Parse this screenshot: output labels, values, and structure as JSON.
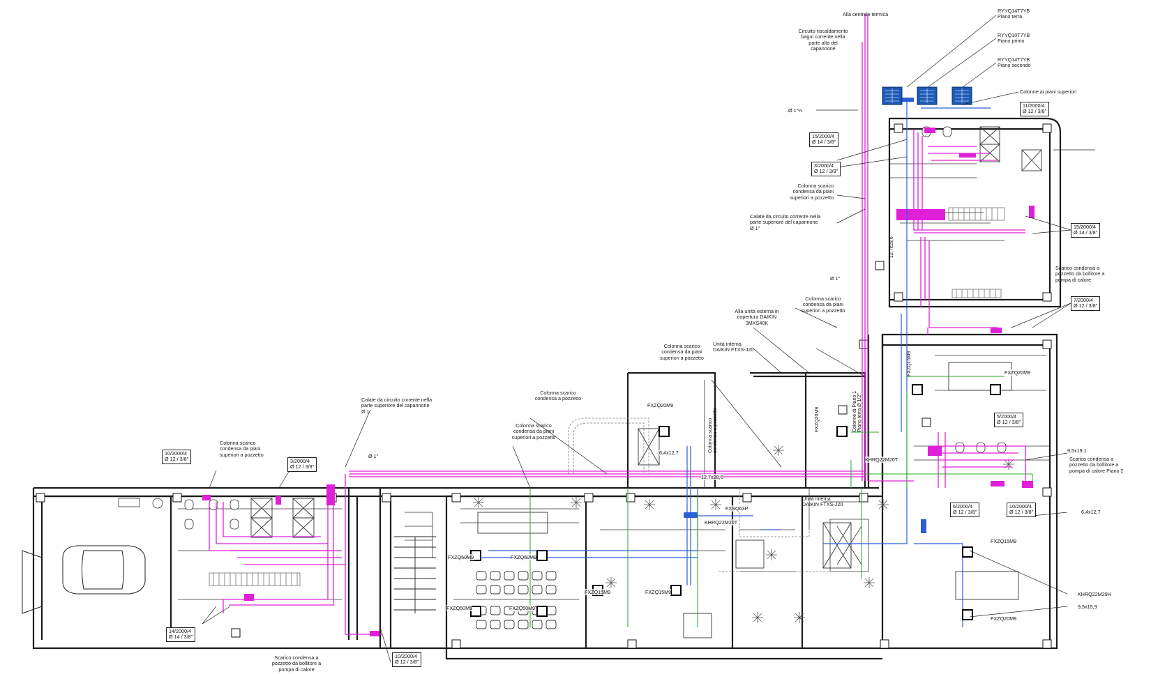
{
  "colors": {
    "refrigerant": "#e020d8",
    "drain": "#2a5fd6",
    "wiring": "#22aa22",
    "wall": "#1a1a1a",
    "outdoor_unit": "#1c5ab8"
  },
  "labels": {
    "alla_centrale": "Alla centrale termica",
    "circuito_bagni": "Circuito riscaldamento\nbagni corrente nella\nparte alta del\ncapannone",
    "ryyq14_terra": "RYYQ14T7YB\nPiano terra",
    "ryyq10_primo": "RYYQ10T7YB\nPiano primo",
    "ryyq14_secondo": "RYYQ14T7YB\nPiano secondo",
    "colonne_superiori": "Colonne ai piani superiori",
    "diam_1_14": "Ø 1\"¼",
    "colonna_scarico_a": "Colonna scarico\ncondensa da piani\nsuperiori a pozzetto",
    "calate_a": "Calate da circuito corrente nella\nparte superiore del capannone\nØ 1\"",
    "diam_1_a": "Ø 1\"",
    "colonna_scarico_b": "Colonna scarico\ncondensa da piani\nsuperiori a pozzetto",
    "alla_unita_esterna": "Alla unità esterna in\ncopertura DAIKIN\n3MXS40K",
    "unita_interna_top": "Unità interna\nDAIKIN FTXS-J20",
    "colonna_scarico_c": "Colonna scarico\ncondensa da piani\nsuperiori a pozzetto",
    "scarico_bollitore_right": "Scarico condensa a\npozzetto da bollitore a\npompa di calore",
    "fxzq20m9_right": "FXZQ20M9",
    "fxzq15m9_vert": "FXZQ15M9",
    "calate_b": "Calate da circuito corrente nella\nparte superiore del capannone\nØ 1\"",
    "colonna_pozzetto": "Colonna scarico\ncondensa a pozzetto",
    "fxzq20m9_center": "FXZQ20M9",
    "colonna_scarico_d": "Colonna scarico\ncondensa da piani\nsuperiori a pozzetto",
    "colonna_scarico_e": "Colonna scarico\ncondensa da piani\nsuperiori a pozzetto",
    "colonna_vertical": "Colonna scarico\ncondensa a pozzetto",
    "fxzq20m9_vert": "FXZQ20M9",
    "colonna_piano": "Colonne di Piano 1\nPiano terra Ø 1/2\"",
    "diam_1_b": "Ø 1\"",
    "dim_64_127": "6,4x12,7",
    "dim_127_286": "12,7x28,6",
    "dim_127_286_vert": "12,7x28,6",
    "khrq22": "KHRQ22M20T",
    "fxsq63p": "FXSQ63P",
    "khrq22_b": "KHRQ22M20T",
    "unita_interna_bottom": "Unità interna\nDAIKIN FTXS-J20",
    "dim_95_191": "9,5x19,1",
    "scarico_piano2": "Scarico condensa a\npozzetto da bollitore a\npompa di calore Piano 2",
    "dim_64_127_right": "6,4x12,7",
    "fxzq15m9_a": "FXZQ15M9",
    "khrq22m29h": "KHRQ22M29H",
    "dim_95_159": "9,5x15,9",
    "fxzq20m9_bottom": "FXZQ20M9",
    "fxzq50_a": "FXZQ50M9",
    "fxzq50_b": "FXZQ50M9",
    "fxzq50_c": "FXZQ50M9",
    "fxzq50_d": "FXZQ50M9",
    "fxzq15_b": "FXZQ15M9",
    "fxzq15_c": "FXZQ15M9",
    "scarico_bottom": "Scarico condensa a\npozzetto da bollitore a\npompa di calore"
  },
  "boxes": {
    "b_11_2000": "11/2000/4\nØ 12 / 3/8\"",
    "b_15_2000_top": "15/2000/4\nØ 14 / 3/8\"",
    "b_3_2000_top": "3/2000/4\nØ 12 / 3/8\"",
    "b_15_2000_right": "15/2000/4\nØ 14 / 3/8\"",
    "b_7_2000": "7/2000/4\nØ 12 / 3/8\"",
    "b_5_2000": "5/2000/4\nØ 12 / 3/8\"",
    "b_6_2000": "6/2000/4\nØ 12 / 3/8\"",
    "b_10_2000_right": "10/2000/4\nØ 12 / 3/8\"",
    "b_10_2000_left": "10/2000/4\nØ 12 / 3/8\"",
    "b_3_2000_left": "3/2000/4\nØ 12 / 3/8\"",
    "b_14_2000": "14/2000/4\nØ 14 / 3/8\"",
    "b_10_2000_bottom": "10/2000/4\nØ 12 / 3/8\""
  }
}
